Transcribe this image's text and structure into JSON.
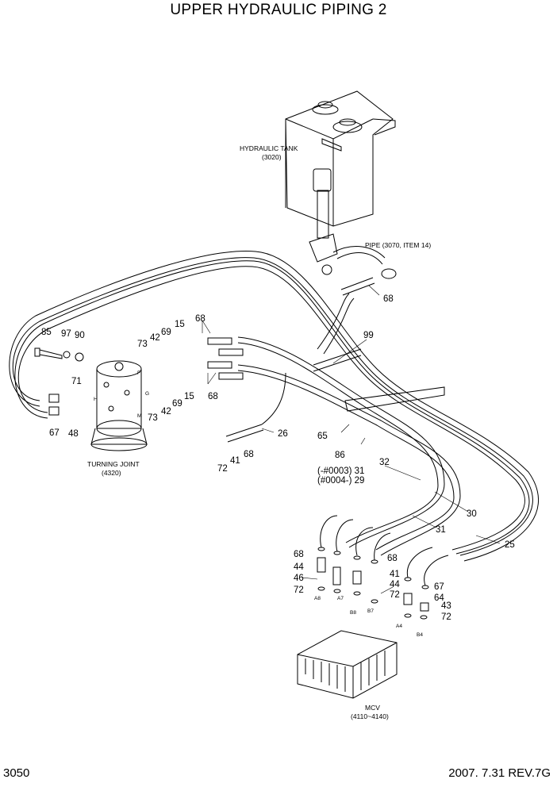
{
  "title": "UPPER HYDRAULIC PIPING 2",
  "page_number": "3050",
  "revision": "2007. 7.31  REV.7G",
  "labels": {
    "tank": "HYDRAULIC TANK",
    "tank_no": "(3020)",
    "pipe": "PIPE (3070, ITEM 14)",
    "joint": "TURNING JOINT",
    "joint_no": "(4320)",
    "mcv": "MCV",
    "mcv_no": "(4110~4140)",
    "serial_a": "(-#0003) 31",
    "serial_b": "(#0004-) 29"
  },
  "callouts": [
    "68",
    "99",
    "85",
    "97",
    "90",
    "73",
    "42",
    "69",
    "15",
    "68",
    "71",
    "H",
    "F",
    "G",
    "M",
    "73",
    "42",
    "69",
    "15",
    "68",
    "67",
    "48",
    "65",
    "86",
    "26",
    "68",
    "41",
    "72",
    "32",
    "30",
    "31",
    "25",
    "68",
    "44",
    "46",
    "72",
    "68",
    "41",
    "44",
    "72",
    "67",
    "64",
    "43",
    "72"
  ],
  "ports": [
    "A8",
    "A7",
    "B8",
    "B7",
    "A4",
    "B4"
  ]
}
